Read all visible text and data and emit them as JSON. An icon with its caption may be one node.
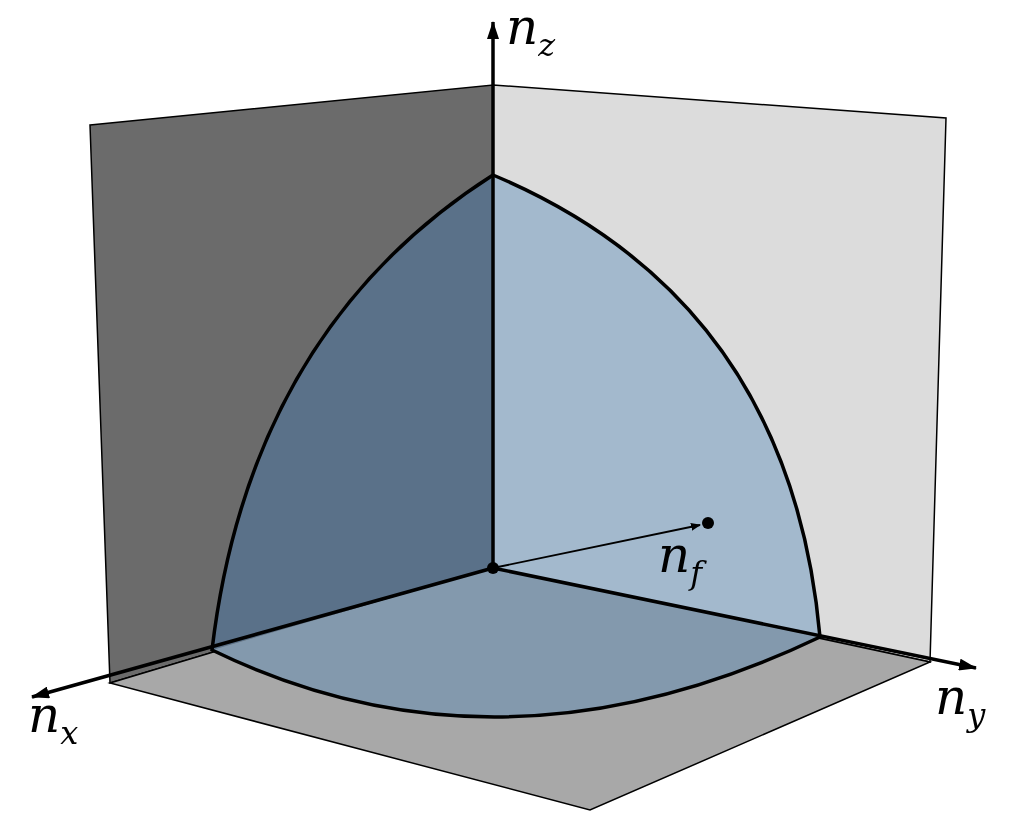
{
  "diagram": {
    "labels": [
      "n$_{z}$",
      "n$_{f}$",
      "n$_{y}$",
      "n$_{x}$"
    ]
  }
}
